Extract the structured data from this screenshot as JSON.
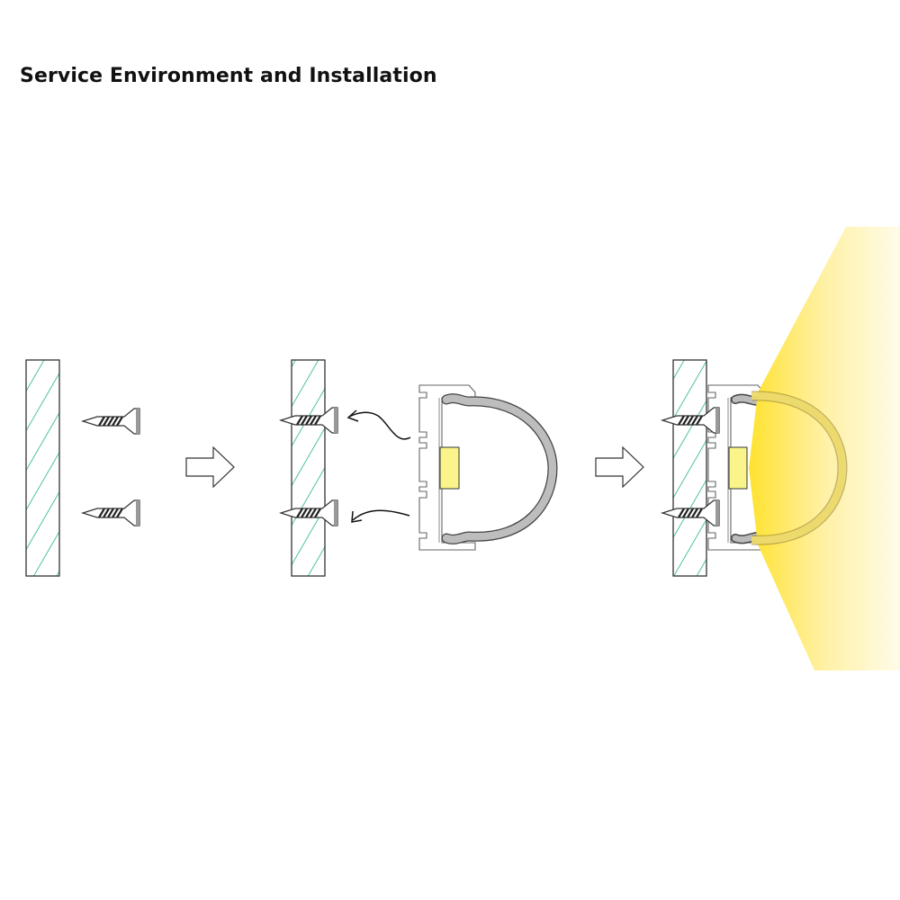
{
  "title": "Service Environment and Installation",
  "steps": [
    {
      "name": "wall-and-screws"
    },
    {
      "name": "screws-installed-profile-attach"
    },
    {
      "name": "installed-lit-profile"
    }
  ],
  "colors": {
    "hatch": "#1fb57a",
    "outline": "#333333",
    "diffuser": "#b9b9b9",
    "led": "#faf48a",
    "light": "#ffe640"
  }
}
